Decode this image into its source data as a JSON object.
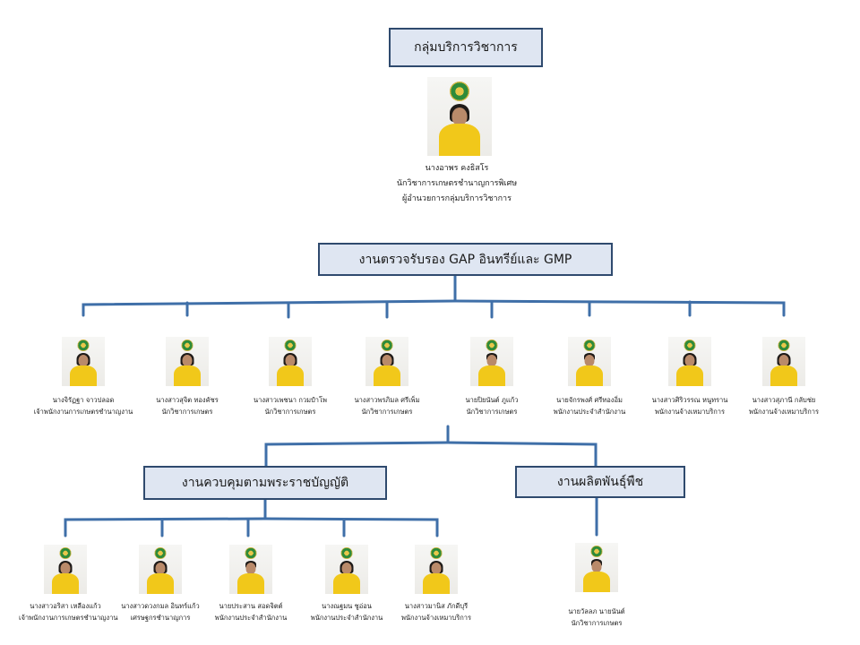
{
  "header_box": {
    "label": "กลุ่มบริการวิชาการ"
  },
  "leader": {
    "line1": "นางอาพร คงธิสโร",
    "line2": "นักวิชาการเกษตรชำนาญการพิเศษ",
    "line3": "ผู้อำนวยการกลุ่มบริการวิชาการ"
  },
  "section_gap": {
    "label": "งานตรวจรับรอง GAP อินทรีย์และ GMP"
  },
  "gap_staff": [
    {
      "name": "นางจิรัฏฐา จาวปลอด",
      "title": "เจ้าพนักงานการเกษตรชำนาญงาน"
    },
    {
      "name": "นางสาวสุจิต ทองคัชร",
      "title": "นักวิชาการเกษตร"
    },
    {
      "name": "นางสาวเพชนา กวมปำโพ",
      "title": "นักวิชาการเกษตร"
    },
    {
      "name": "นางสาวพรภิมล ศรีเพ็ม",
      "title": "นักวิชาการเกษตร"
    },
    {
      "name": "นายปิยนันต์ ภูแก้ว",
      "title": "นักวิชาการเกษตร"
    },
    {
      "name": "นายจักรพงศ์ ศรีทองอิ่ม",
      "title": "พนักงานประจำสำนักงาน"
    },
    {
      "name": "นางสาวศิริวรรณ หนูทราน",
      "title": "พนักงานจ้างเหมาบริการ"
    },
    {
      "name": "นางสาวสุภานี กลับช่ย",
      "title": "พนักงานจ้างเหมาบริการ"
    }
  ],
  "section_law": {
    "label": "งานควบคุมตามพระราชบัญญัติ"
  },
  "section_seed": {
    "label": "งานผลิตพันธุ์พืช"
  },
  "law_staff": [
    {
      "name": "นางสาวอริสา เหลืองแก้ว",
      "title": "เจ้าพนักงานการเกษตรชำนาญงาน"
    },
    {
      "name": "นางสาวดวงกมล อินทร์แก้ว",
      "title": "เศรษฐกรชำนาญการ"
    },
    {
      "name": "นายประสาน สอดจิตต์",
      "title": "พนักงานประจำสำนักงาน"
    },
    {
      "name": "นางณฐมน ชูอ่อน",
      "title": "พนักงานประจำสำนักงาน"
    },
    {
      "name": "นางสาวมานิส ภักดีบุรี",
      "title": "พนักงานจ้างเหมาบริการ"
    }
  ],
  "seed_staff": [
    {
      "name": "นายวัลลภ นายนันต์",
      "title": "นักวิชาการเกษตร"
    }
  ],
  "colors": {
    "box_fill": "#dfe6f2",
    "box_border": "#2f4a6e",
    "connector": "#3f6fa8",
    "shirt": "#f1c81a"
  }
}
